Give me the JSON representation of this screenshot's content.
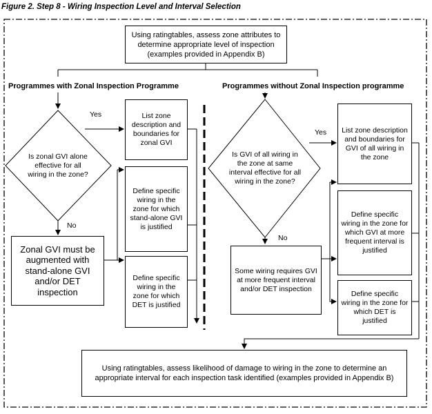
{
  "figure_title": "Figure 2. Step 8 - Wiring Inspection Level and Interval Selection",
  "top_box": "Using ratingtables, assess zone attributes to determine appropriate level of inspection (examples provided in Appendix B)",
  "left": {
    "heading": "Programmes with Zonal Inspection Programme",
    "decision": "Is zonal GVI alone effective for all wiring in the zone?",
    "yes_label": "Yes",
    "no_label": "No",
    "box_list": "List zone description and boundaries for zonal GVI",
    "box_standalone": "Define specific wiring in the zone for which stand-alone GVI is justified",
    "box_det": "Define specific wiring in the zone for which DET is justified",
    "box_augment": "Zonal GVI must be augmented with stand-alone GVI and/or DET inspection"
  },
  "right": {
    "heading": "Programmes without Zonal Inspection programme",
    "decision": "Is GVI of all wiring in the zone at same interval effective for all wiring in the zone?",
    "yes_label": "Yes",
    "no_label": "No",
    "box_list": "List zone description and boundaries for GVI of all wiring in the zone",
    "box_frequent": "Define specific wiring in the zone for which GVI at more frequent interval is justified",
    "box_det": "Define specific wiring in the zone for which DET is justified",
    "box_some": "Some wiring requires GVI at more frequent interval and/or DET inspection"
  },
  "bottom_box": "Using ratingtables, assess likelihood of damage to wiring in the zone to determine an appropriate interval for each inspection task identified (examples provided in Appendix B)"
}
